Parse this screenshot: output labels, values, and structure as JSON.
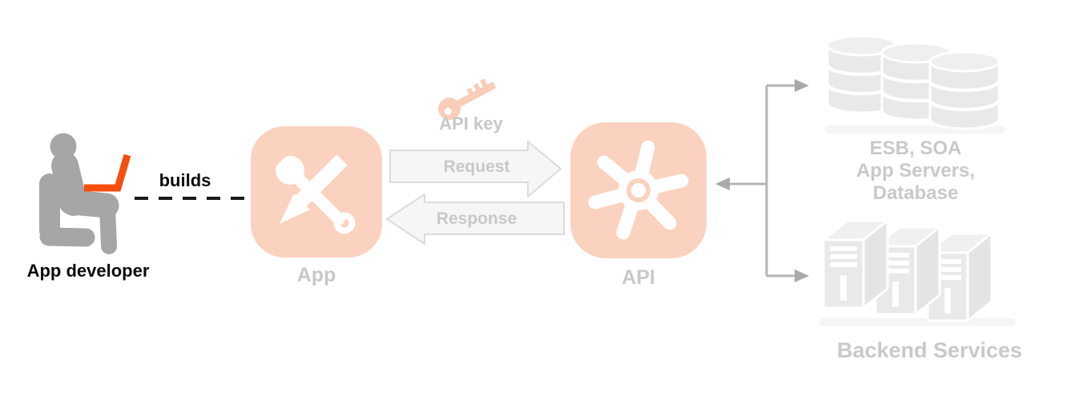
{
  "diagram": {
    "developer": {
      "label": "App developer",
      "action": "builds"
    },
    "app": {
      "label": "App"
    },
    "api": {
      "label": "API"
    },
    "api_key": {
      "label": "API key"
    },
    "request": {
      "label": "Request"
    },
    "response": {
      "label": "Response"
    },
    "backend_top": {
      "line1": "ESB, SOA",
      "line2": "App Servers,",
      "line3": "Database"
    },
    "backend_bottom": {
      "label": "Backend Services"
    },
    "icons": [
      "developer-person-icon",
      "laptop-icon",
      "app-tools-icon",
      "api-key-icon",
      "api-gear-icon",
      "database-stack-icon",
      "server-stack-icon",
      "request-arrow",
      "response-arrow",
      "connector-arrows"
    ],
    "colors": {
      "accent_orange": "#f84e0d",
      "icon_salmon": "#fbd2bf",
      "key_salmon": "#f9cdb9",
      "muted_text": "#c8c8c8",
      "faded_fill": "#e9e9e9",
      "arrow_fill": "#f6f6f6",
      "arrow_stroke": "#dbdbdb",
      "connector_gray": "#b4b4b4",
      "person_gray": "#a6a6a6",
      "text_black": "#0a0a0a"
    }
  }
}
